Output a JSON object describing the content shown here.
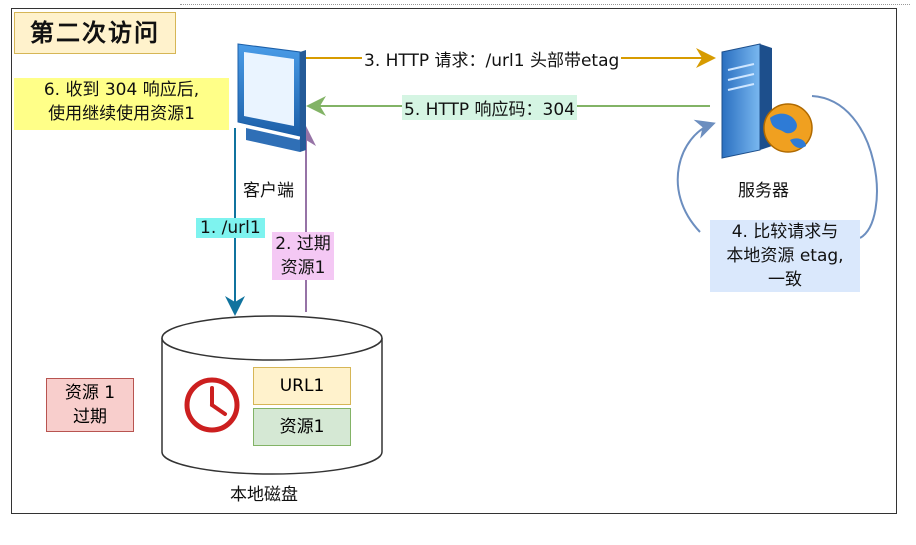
{
  "title": "第二次访问",
  "notes": {
    "step6_line1": "6. 收到 304 响应后,",
    "step6_line2": "使用继续使用资源1"
  },
  "arrows": {
    "request": "3. HTTP 请求：/url1 头部带etag",
    "response": "5. HTTP 响应码：304",
    "url1": "1. /url1",
    "expired_line1": "2. 过期",
    "expired_line2": "资源1",
    "compare_line1": "4. 比较请求与",
    "compare_line2": "本地资源 etag,",
    "compare_line3": "一致"
  },
  "nodes": {
    "client": "客户端",
    "server": "服务器",
    "disk": "本地磁盘"
  },
  "disk_content": {
    "expired_badge_line1": "资源 1",
    "expired_badge_line2": "过期",
    "cell_url": "URL1",
    "cell_resource": "资源1"
  },
  "colors": {
    "request_arrow": "#d79b00",
    "response_arrow": "#82b366",
    "url_arrow": "#10739e",
    "expired_arrow": "#9673a6",
    "compare_arrow": "#6c8ebf"
  }
}
